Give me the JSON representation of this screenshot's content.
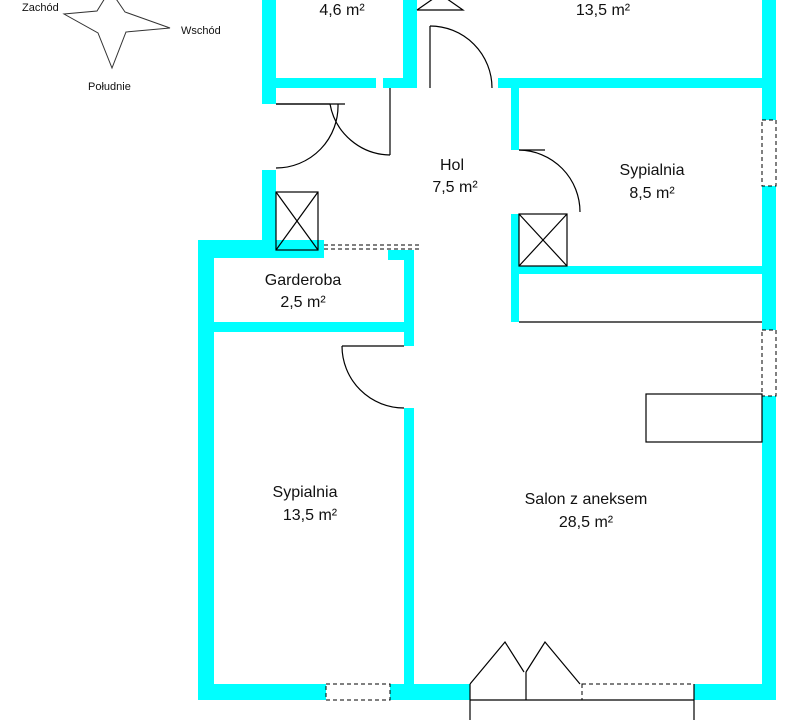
{
  "compass": {
    "west": "Zachód",
    "east": "Wschód",
    "south": "Południe"
  },
  "rooms": [
    {
      "id": "room-top-left",
      "name": "",
      "area": "4,6 m²"
    },
    {
      "id": "room-top-right",
      "name": "",
      "area": "13,5 m²"
    },
    {
      "id": "room-hol",
      "name": "Hol",
      "area": "7,5 m²"
    },
    {
      "id": "room-sypialnia-small",
      "name": "Sypialnia",
      "area": "8,5 m²"
    },
    {
      "id": "room-garderoba",
      "name": "Garderoba",
      "area": "2,5 m²"
    },
    {
      "id": "room-sypialnia-large",
      "name": "Sypialnia",
      "area": "13,5 m²"
    },
    {
      "id": "room-salon",
      "name": "Salon z aneksem",
      "area": "28,5 m²"
    }
  ],
  "colors": {
    "wall": "#00ffff",
    "line": "#000000",
    "background": "#ffffff"
  }
}
